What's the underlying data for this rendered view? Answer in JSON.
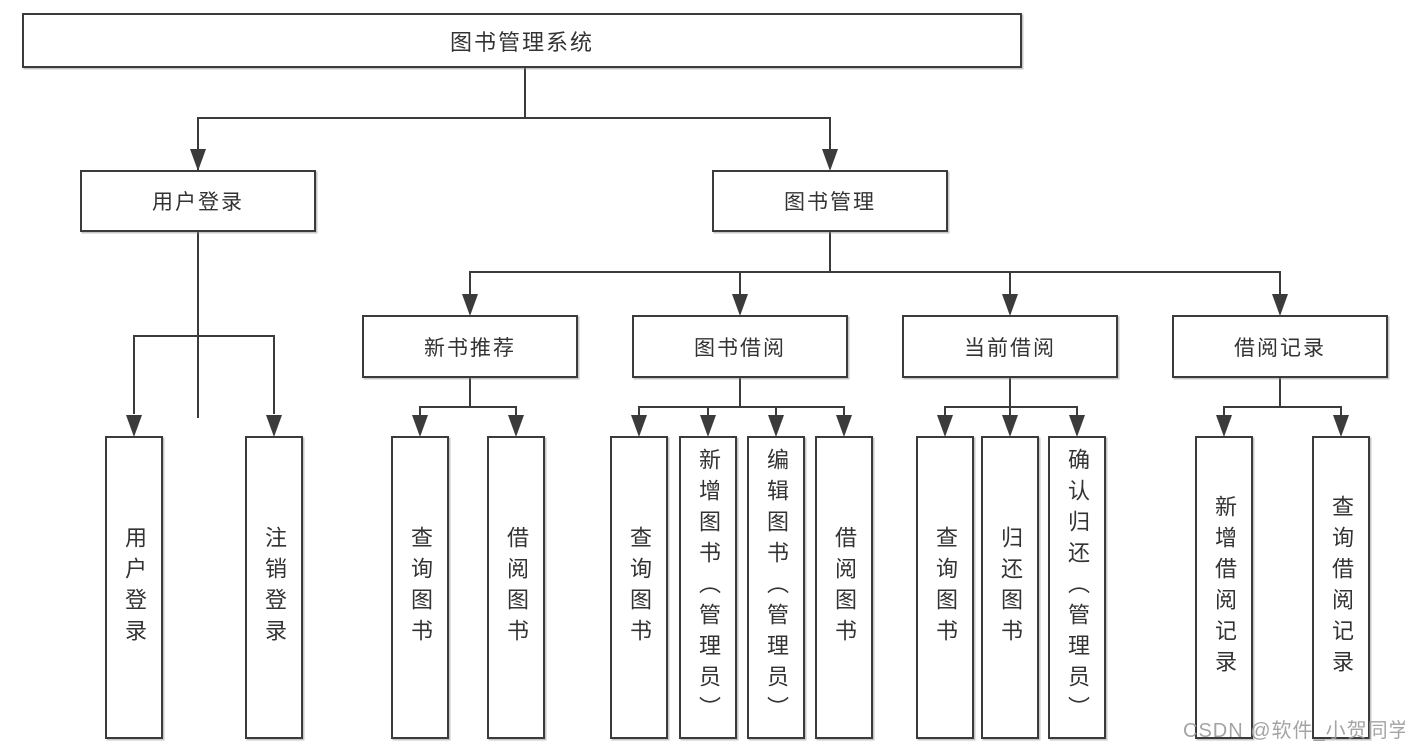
{
  "diagram": {
    "root": {
      "label": "图书管理系统"
    },
    "branches": [
      {
        "label": "用户登录",
        "children": [
          {
            "label": "用户登录"
          },
          {
            "label": "注销登录"
          }
        ]
      },
      {
        "label": "图书管理",
        "groups": [
          {
            "label": "新书推荐",
            "children": [
              {
                "label": "查询图书"
              },
              {
                "label": "借阅图书"
              }
            ]
          },
          {
            "label": "图书借阅",
            "children": [
              {
                "label": "查询图书"
              },
              {
                "label": "新增图书（管理员）"
              },
              {
                "label": "编辑图书（管理员）"
              },
              {
                "label": "借阅图书"
              }
            ]
          },
          {
            "label": "当前借阅",
            "children": [
              {
                "label": "查询图书"
              },
              {
                "label": "归还图书"
              },
              {
                "label": "确认归还（管理员）"
              }
            ]
          },
          {
            "label": "借阅记录",
            "children": [
              {
                "label": "新增借阅记录"
              },
              {
                "label": "查询借阅记录"
              }
            ]
          }
        ]
      }
    ]
  },
  "watermark": {
    "text": "CSDN @软件_小贺同学"
  },
  "colors": {
    "line": "#3b3b3b",
    "text": "#333333",
    "box_bg": "#ffffff",
    "watermark": "#9b9b9b"
  }
}
